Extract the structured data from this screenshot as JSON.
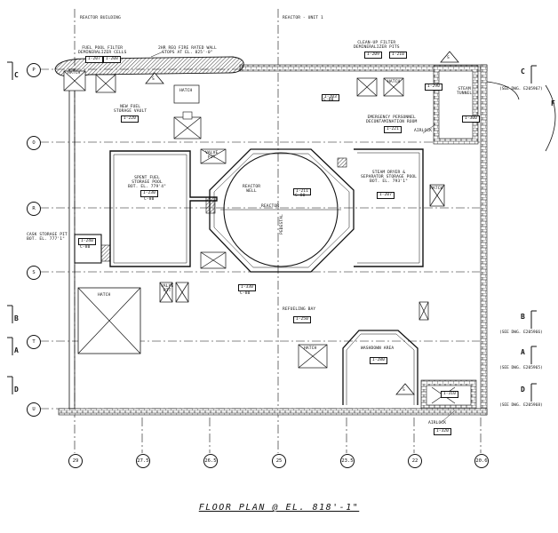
{
  "header": {
    "reactor_building": "REACTOR BUILDING",
    "reactor_unit": "REACTOR - UNIT 1"
  },
  "rooms": {
    "fuel_pool_filter": "FUEL POOL FILTER\nDEMINERALIZER CELLS",
    "fire_wall": "2HR REQ FIRE RATED WALL\nSTOPS AT EL. 825'-0\"",
    "cleanup_filter": "CLEAN-UP FILTER\nDEMINERALIZER PITS",
    "new_fuel_vault": "NEW FUEL\nSTORAGE VAULT",
    "emergency_decon": "EMERGENCY PERSONNEL\nDECONTAMINATION ROOM",
    "spent_fuel_pool": "SPENT FUEL\nSTORAGE POOL\nBOT. EL. 779'4\"",
    "reactor_well": "REACTOR\nWELL",
    "reactor": "REACTOR",
    "pedestal": "PEDESTAL",
    "steam_dryer_pool": "STEAM DRYER &\nSEPARATOR STORAGE POOL\nBOT. EL. 793'1\"",
    "cask_storage_pit": "CASK STORAGE PIT\nBOT. EL. 777'1\"",
    "refueling_bay": "REFUELING BAY",
    "washdown_area": "WASHDOWN AREA",
    "airlock_1": "AIRLOCK",
    "airlock_2": "AIRLOCK",
    "steam_tunnel": "STEAM\nTUNNEL",
    "hatch_1": "HATCH",
    "hatch_2": "HATCH",
    "hatch_3": "HATCH",
    "hatch_4": "HATCH",
    "hatch_5": "HATCH",
    "hatch_6": "HATCH",
    "valve_pit_1": "VALVE\nPIT",
    "valve_pit_2": "VALVE\nPIT"
  },
  "tags": {
    "t1": "I-207",
    "t2": "I-208",
    "t3": "I-209",
    "t4": "I-210",
    "t5": "I-220",
    "t6": "I-221",
    "t7": "I-230",
    "t8": "I-211",
    "t9": "I-207",
    "t10": "I-240",
    "t11": "I-250",
    "t12": "I-280",
    "t13": "I-290",
    "t14": "I-300",
    "t15": "I-310",
    "t16": "I-320",
    "t17": "I-330",
    "t18": "I-203"
  },
  "room_codes": {
    "c1": "C-80",
    "c2": "C-80",
    "c3": "C-80",
    "c4": "C-80",
    "c5": "C-80"
  },
  "grid": {
    "rows": [
      "P",
      "O",
      "R",
      "S",
      "T",
      "U"
    ],
    "columns": [
      "29",
      "27.5",
      "26.5",
      "25",
      "23.5",
      "22",
      "20.6"
    ]
  },
  "sections": {
    "c_left": "C",
    "c_right": "C",
    "b_left": "B",
    "b_right": "B",
    "a_left": "A",
    "a_right": "A",
    "d_left": "D",
    "d_right": "D",
    "f_right": "F",
    "c_note": "(SEE DWG. E205967)",
    "b_note": "(SEE DWG. E205966)",
    "a_note": "(SEE DWG. E205965)",
    "d_note": "(SEE DWG. E205968)"
  },
  "markers": {
    "s1": "S",
    "s2": "S",
    "s3": "S"
  },
  "title": "FLOOR PLAN @ EL. 818'-1\""
}
